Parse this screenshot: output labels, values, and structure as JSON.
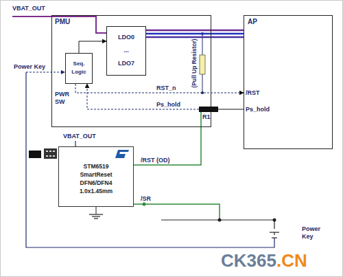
{
  "diagram": {
    "nodes": [
      {
        "text": [
          "PMU"
        ]
      },
      {
        "text": [
          "Seq. Logic"
        ],
        "in": 0
      },
      {
        "text": [
          "LDO0 ... LDO7"
        ],
        "in": 0
      },
      {
        "text": [
          "AP"
        ]
      },
      {
        "text": [
          "R1"
        ]
      },
      {
        "text": [
          "STM6519 SmartReset DFN6/DFN4 1.0x1.45mm"
        ]
      }
    ],
    "edges": [
      {
        "from": 2,
        "to": 3,
        "arrow": "none"
      },
      {
        "from": 1,
        "to": 2,
        "arrow": "to"
      },
      {
        "from": 1,
        "to": 3,
        "label": "RST_n",
        "arrow": "to"
      },
      {
        "from": 3,
        "to": 4,
        "arrow": "none"
      },
      {
        "from": 4,
        "to": 1,
        "label": "Ps_hold",
        "arrow": "to"
      },
      {
        "from": 5,
        "to": 4,
        "label": "/RST (OD)",
        "arrow": "none"
      }
    ],
    "labels": [
      "VBAT_OUT",
      "Power Key",
      "PWR SW",
      "/RST",
      "Ps_hold",
      "(Pull Up Resistor)",
      "VBAT_OUT",
      "/SR",
      "Power Key",
      "CK365",
      ".CN"
    ]
  }
}
